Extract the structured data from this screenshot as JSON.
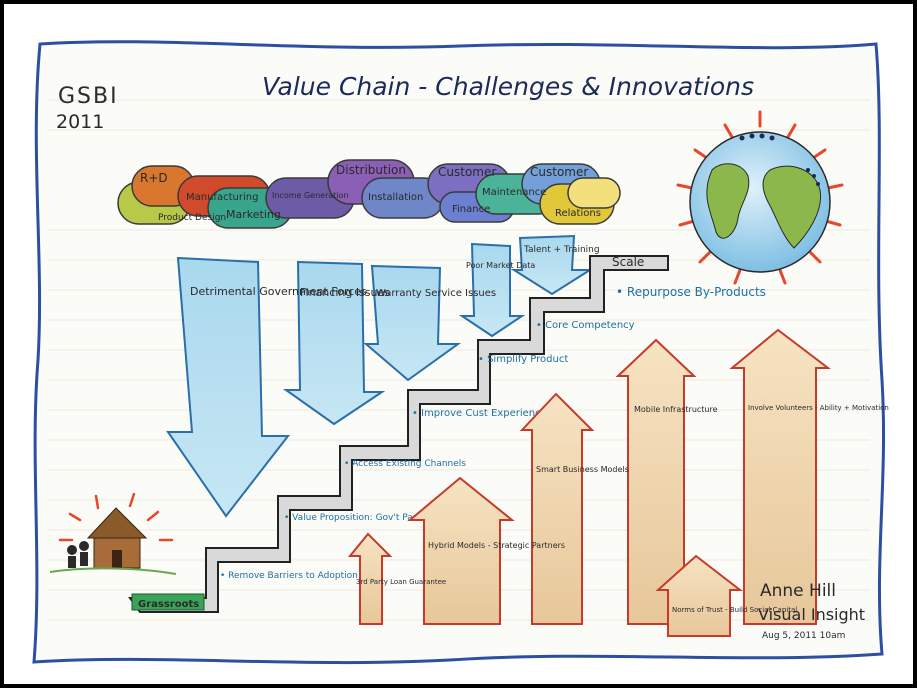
{
  "header": {
    "org": "GSBI",
    "year": "2011",
    "title": "Value Chain - Challenges & Innovations"
  },
  "chain_links": [
    {
      "label": "R+D",
      "color": "#d9772f"
    },
    {
      "label": "Product Design",
      "color": "#b8c94a"
    },
    {
      "label": "Manufacturing",
      "color": "#d24a2c"
    },
    {
      "label": "Marketing",
      "color": "#39a58c"
    },
    {
      "label": "Income Generation",
      "color": "#6d5ba8"
    },
    {
      "label": "Distribution",
      "color": "#8a5fb5"
    },
    {
      "label": "Installation",
      "color": "#6f86c8"
    },
    {
      "label": "Customer",
      "color": "#7c6fc2"
    },
    {
      "label": "Finance",
      "color": "#6c7fd0"
    },
    {
      "label": "Maintenance",
      "color": "#4bb39a"
    },
    {
      "label": "Customer",
      "color": "#73a0d8"
    },
    {
      "label": "Relations",
      "color": "#e0c83a"
    }
  ],
  "challenges": [
    {
      "label": "Detrimental Government Forces"
    },
    {
      "label": "Financing Issues"
    },
    {
      "label": "Warranty Service Issues"
    },
    {
      "label": "Poor Market Data"
    },
    {
      "label": "Talent + Training"
    }
  ],
  "steps": [
    {
      "label": "Grassroots"
    },
    {
      "label": "• Remove Barriers to Adoption"
    },
    {
      "label": "• Value Proposition: Gov't Partner"
    },
    {
      "label": "• Access Existing Channels"
    },
    {
      "label": "• Improve Cust Experience"
    },
    {
      "label": "• Simplify Product"
    },
    {
      "label": "• Core Competency"
    },
    {
      "label": "• Repurpose By-Products"
    },
    {
      "label": "Scale"
    }
  ],
  "innovations": [
    {
      "label": "3rd Party Loan Guarantee"
    },
    {
      "label": "Hybrid Models - Strategic Partners"
    },
    {
      "label": "Smart Business Models"
    },
    {
      "label": "Mobile Infrastructure"
    },
    {
      "label": "Involve Volunteers - Ability + Motivation"
    },
    {
      "label": "Norms of Trust - Build Social Capital"
    }
  ],
  "signature": {
    "name": "Anne Hill",
    "company": "Visual Insight",
    "date": "Aug 5, 2011  10am"
  }
}
